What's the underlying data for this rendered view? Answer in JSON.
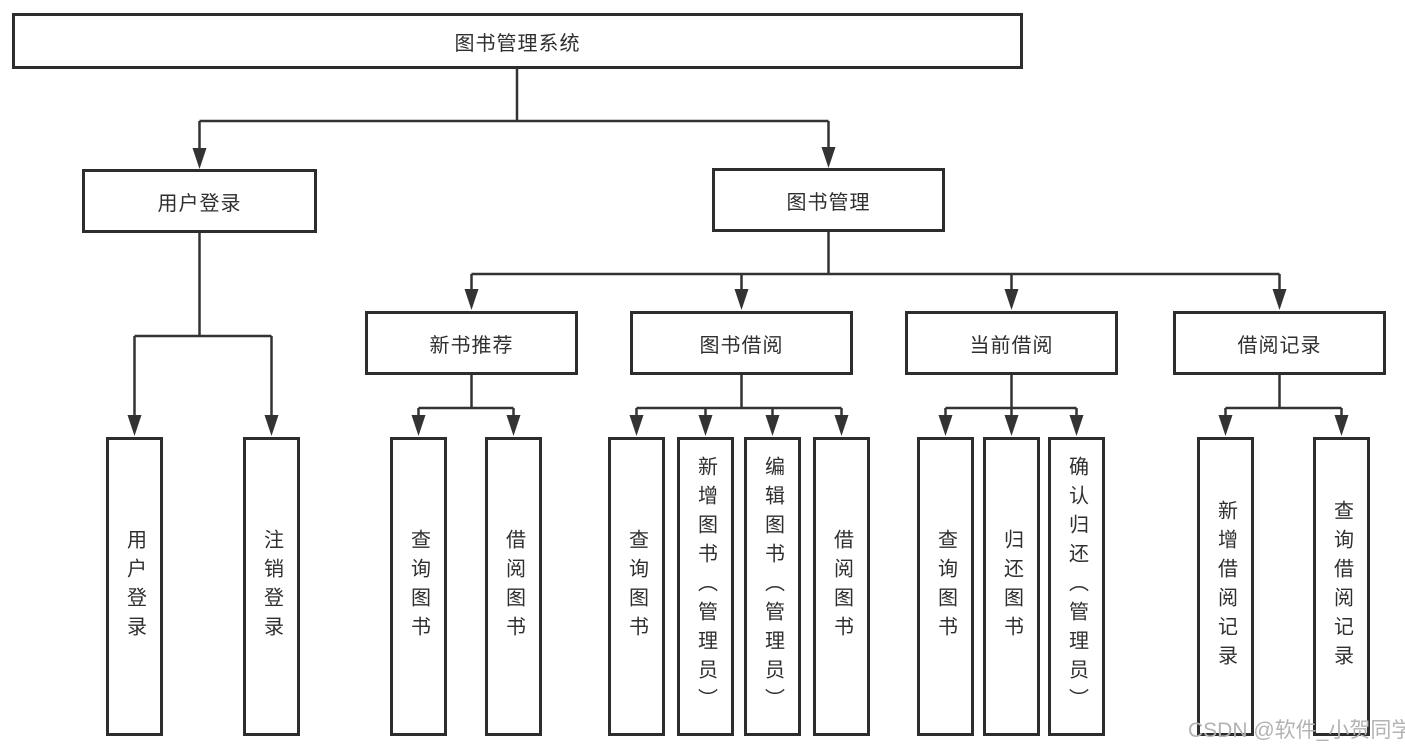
{
  "nodes": {
    "root": "图书管理系统",
    "user_login_branch": "用户登录",
    "book_mgmt_branch": "图书管理",
    "new_book": "新书推荐",
    "book_borrow": "图书借阅",
    "current_borrow": "当前借阅",
    "borrow_record": "借阅记录",
    "leaf_user_login": "用户登录",
    "leaf_logout": "注销登录",
    "leaf_nb_query_book": "查询图书",
    "leaf_nb_borrow_book": "借阅图书",
    "leaf_bb_query_book": "查询图书",
    "leaf_bb_add_book": "新增图书（管理员）",
    "leaf_bb_edit_book": "编辑图书（管理员）",
    "leaf_bb_borrow_book": "借阅图书",
    "leaf_cb_query_book": "查询图书",
    "leaf_cb_return_book": "归还图书",
    "leaf_cb_confirm_return": "确认归还（管理员）",
    "leaf_br_add_record": "新增借阅记录",
    "leaf_br_query_record": "查询借阅记录"
  },
  "colors": {
    "line": "#333333",
    "border": "#2d2d2d",
    "text": "#2f2f2f",
    "watermark": "#b3b3b3",
    "background": "#ffffff"
  },
  "watermark": "CSDN @软件_小贺同学"
}
